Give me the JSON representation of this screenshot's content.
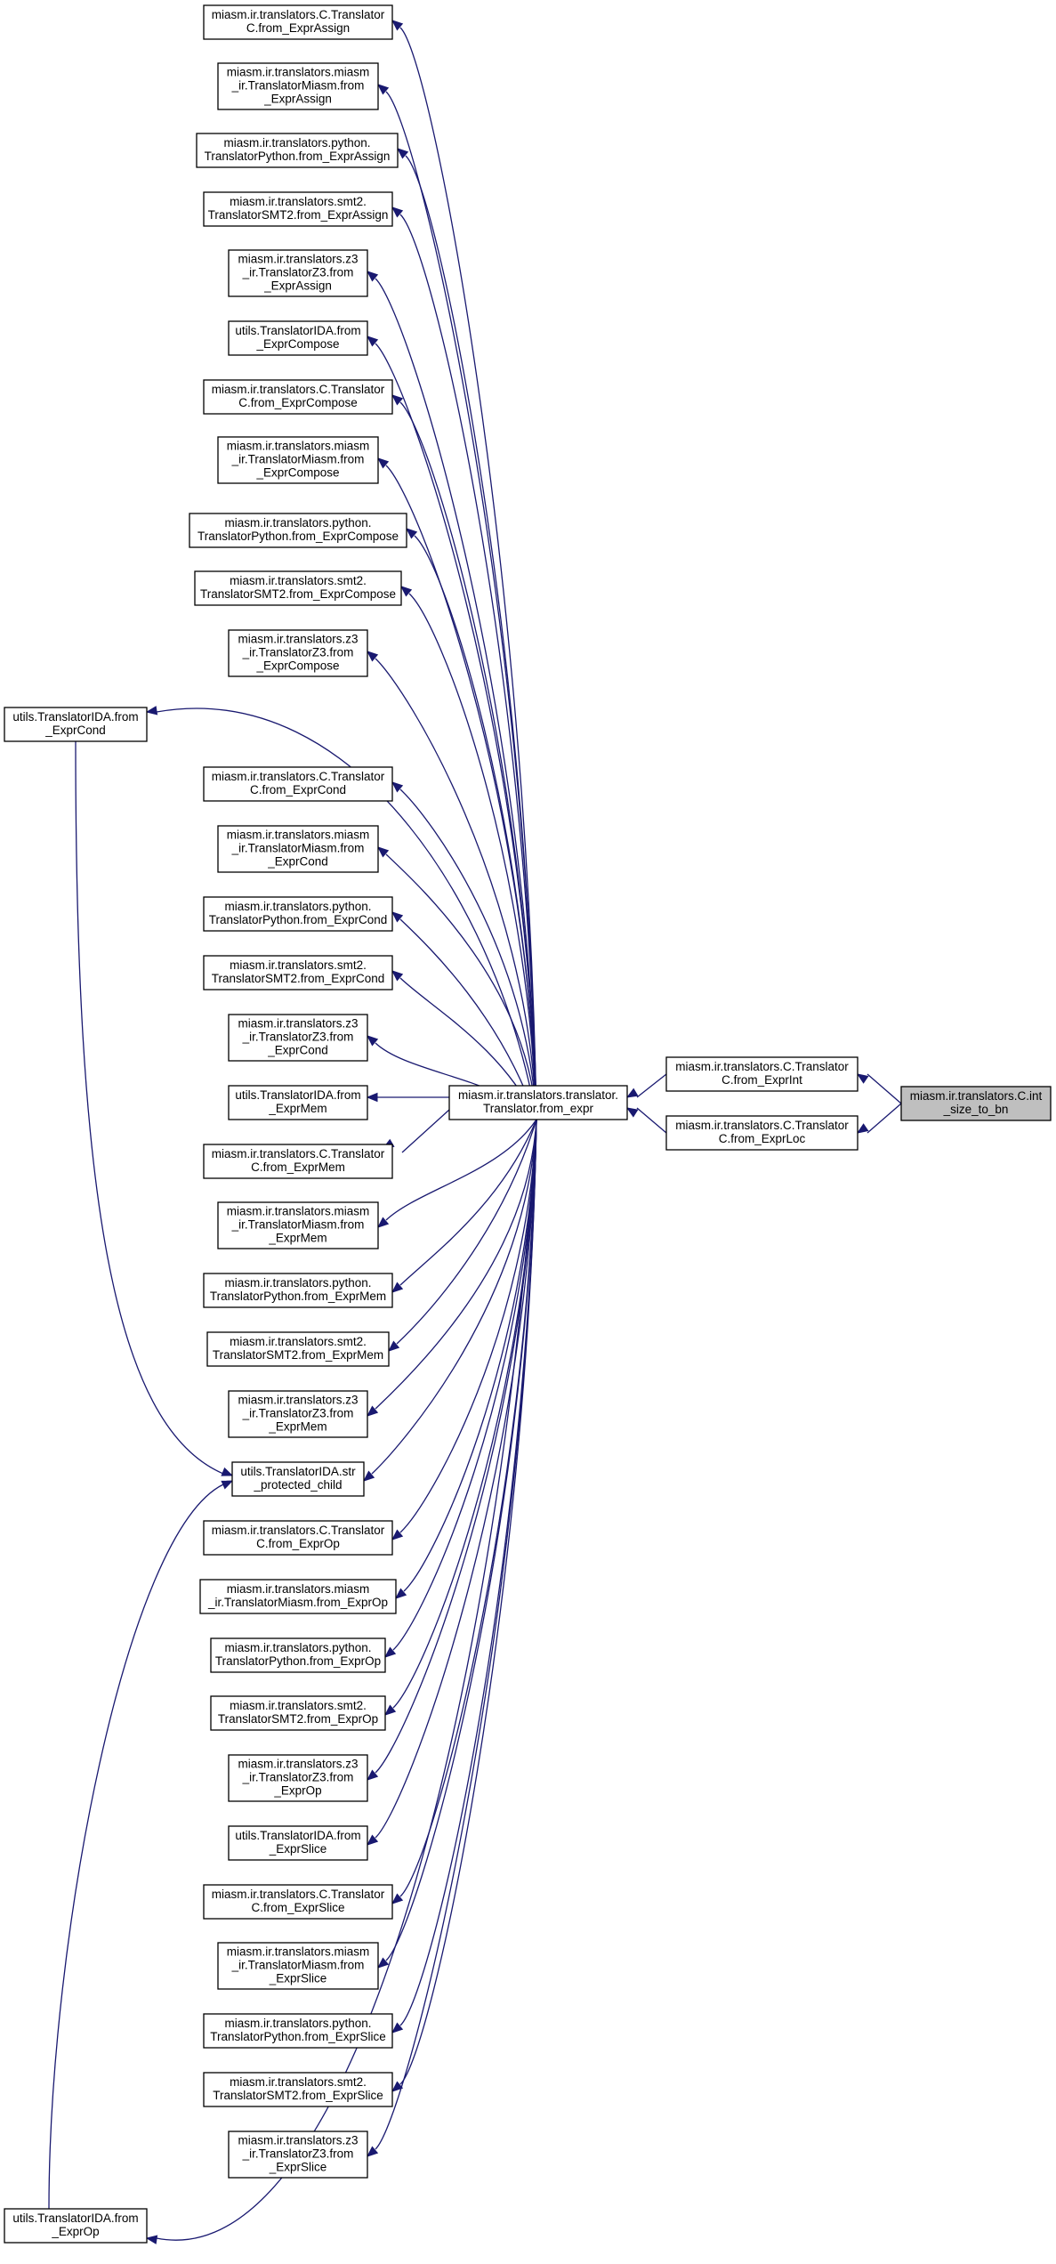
{
  "nodes": [
    {
      "id": "n_assign_c",
      "lines": [
        "miasm.ir.translators.C.Translator",
        "C.from_ExprAssign"
      ]
    },
    {
      "id": "n_assign_miasm",
      "lines": [
        "miasm.ir.translators.miasm",
        "_ir.TranslatorMiasm.from",
        "_ExprAssign"
      ]
    },
    {
      "id": "n_assign_python",
      "lines": [
        "miasm.ir.translators.python.",
        "TranslatorPython.from_ExprAssign"
      ]
    },
    {
      "id": "n_assign_smt2",
      "lines": [
        "miasm.ir.translators.smt2.",
        "TranslatorSMT2.from_ExprAssign"
      ]
    },
    {
      "id": "n_assign_z3",
      "lines": [
        "miasm.ir.translators.z3",
        "_ir.TranslatorZ3.from",
        "_ExprAssign"
      ]
    },
    {
      "id": "n_compose_ida",
      "lines": [
        "utils.TranslatorIDA.from",
        "_ExprCompose"
      ]
    },
    {
      "id": "n_compose_c",
      "lines": [
        "miasm.ir.translators.C.Translator",
        "C.from_ExprCompose"
      ]
    },
    {
      "id": "n_compose_miasm",
      "lines": [
        "miasm.ir.translators.miasm",
        "_ir.TranslatorMiasm.from",
        "_ExprCompose"
      ]
    },
    {
      "id": "n_compose_python",
      "lines": [
        "miasm.ir.translators.python.",
        "TranslatorPython.from_ExprCompose"
      ]
    },
    {
      "id": "n_compose_smt2",
      "lines": [
        "miasm.ir.translators.smt2.",
        "TranslatorSMT2.from_ExprCompose"
      ]
    },
    {
      "id": "n_compose_z3",
      "lines": [
        "miasm.ir.translators.z3",
        "_ir.TranslatorZ3.from",
        "_ExprCompose"
      ]
    },
    {
      "id": "n_cond_ida",
      "lines": [
        "utils.TranslatorIDA.from",
        "_ExprCond"
      ]
    },
    {
      "id": "n_cond_c",
      "lines": [
        "miasm.ir.translators.C.Translator",
        "C.from_ExprCond"
      ]
    },
    {
      "id": "n_cond_miasm",
      "lines": [
        "miasm.ir.translators.miasm",
        "_ir.TranslatorMiasm.from",
        "_ExprCond"
      ]
    },
    {
      "id": "n_cond_python",
      "lines": [
        "miasm.ir.translators.python.",
        "TranslatorPython.from_ExprCond"
      ]
    },
    {
      "id": "n_cond_smt2",
      "lines": [
        "miasm.ir.translators.smt2.",
        "TranslatorSMT2.from_ExprCond"
      ]
    },
    {
      "id": "n_cond_z3",
      "lines": [
        "miasm.ir.translators.z3",
        "_ir.TranslatorZ3.from",
        "_ExprCond"
      ]
    },
    {
      "id": "n_mem_ida",
      "lines": [
        "utils.TranslatorIDA.from",
        "_ExprMem"
      ]
    },
    {
      "id": "n_mem_c",
      "lines": [
        "miasm.ir.translators.C.Translator",
        "C.from_ExprMem"
      ]
    },
    {
      "id": "n_mem_miasm",
      "lines": [
        "miasm.ir.translators.miasm",
        "_ir.TranslatorMiasm.from",
        "_ExprMem"
      ]
    },
    {
      "id": "n_mem_python",
      "lines": [
        "miasm.ir.translators.python.",
        "TranslatorPython.from_ExprMem"
      ]
    },
    {
      "id": "n_mem_smt2",
      "lines": [
        "miasm.ir.translators.smt2.",
        "TranslatorSMT2.from_ExprMem"
      ]
    },
    {
      "id": "n_mem_z3",
      "lines": [
        "miasm.ir.translators.z3",
        "_ir.TranslatorZ3.from",
        "_ExprMem"
      ]
    },
    {
      "id": "n_str_protected",
      "lines": [
        "utils.TranslatorIDA.str",
        "_protected_child"
      ]
    },
    {
      "id": "n_op_c",
      "lines": [
        "miasm.ir.translators.C.Translator",
        "C.from_ExprOp"
      ]
    },
    {
      "id": "n_op_miasm",
      "lines": [
        "miasm.ir.translators.miasm",
        "_ir.TranslatorMiasm.from_ExprOp"
      ]
    },
    {
      "id": "n_op_python",
      "lines": [
        "miasm.ir.translators.python.",
        "TranslatorPython.from_ExprOp"
      ]
    },
    {
      "id": "n_op_smt2",
      "lines": [
        "miasm.ir.translators.smt2.",
        "TranslatorSMT2.from_ExprOp"
      ]
    },
    {
      "id": "n_op_z3",
      "lines": [
        "miasm.ir.translators.z3",
        "_ir.TranslatorZ3.from",
        "_ExprOp"
      ]
    },
    {
      "id": "n_slice_ida",
      "lines": [
        "utils.TranslatorIDA.from",
        "_ExprSlice"
      ]
    },
    {
      "id": "n_slice_c",
      "lines": [
        "miasm.ir.translators.C.Translator",
        "C.from_ExprSlice"
      ]
    },
    {
      "id": "n_slice_miasm",
      "lines": [
        "miasm.ir.translators.miasm",
        "_ir.TranslatorMiasm.from",
        "_ExprSlice"
      ]
    },
    {
      "id": "n_slice_python",
      "lines": [
        "miasm.ir.translators.python.",
        "TranslatorPython.from_ExprSlice"
      ]
    },
    {
      "id": "n_slice_smt2",
      "lines": [
        "miasm.ir.translators.smt2.",
        "TranslatorSMT2.from_ExprSlice"
      ]
    },
    {
      "id": "n_slice_z3",
      "lines": [
        "miasm.ir.translators.z3",
        "_ir.TranslatorZ3.from",
        "_ExprSlice"
      ]
    },
    {
      "id": "n_op_ida",
      "lines": [
        "utils.TranslatorIDA.from",
        "_ExprOp"
      ]
    },
    {
      "id": "n_from_expr",
      "lines": [
        "miasm.ir.translators.translator.",
        "Translator.from_expr"
      ]
    },
    {
      "id": "n_from_exprint",
      "lines": [
        "miasm.ir.translators.C.Translator",
        "C.from_ExprInt"
      ]
    },
    {
      "id": "n_from_exprloc",
      "lines": [
        "miasm.ir.translators.C.Translator",
        "C.from_ExprLoc"
      ]
    },
    {
      "id": "n_int_size_to_bn",
      "lines": [
        "miasm.ir.translators.C.int",
        "_size_to_bn"
      ],
      "highlight": true
    }
  ],
  "edges": [
    {
      "from": "n_int_size_to_bn",
      "to": "n_from_exprint"
    },
    {
      "from": "n_int_size_to_bn",
      "to": "n_from_exprloc"
    },
    {
      "from": "n_from_exprint",
      "to": "n_from_expr"
    },
    {
      "from": "n_from_exprloc",
      "to": "n_from_expr"
    },
    {
      "from": "n_from_expr",
      "to": "n_assign_c"
    },
    {
      "from": "n_from_expr",
      "to": "n_assign_miasm"
    },
    {
      "from": "n_from_expr",
      "to": "n_assign_python"
    },
    {
      "from": "n_from_expr",
      "to": "n_assign_smt2"
    },
    {
      "from": "n_from_expr",
      "to": "n_assign_z3"
    },
    {
      "from": "n_from_expr",
      "to": "n_compose_ida"
    },
    {
      "from": "n_from_expr",
      "to": "n_compose_c"
    },
    {
      "from": "n_from_expr",
      "to": "n_compose_miasm"
    },
    {
      "from": "n_from_expr",
      "to": "n_compose_python"
    },
    {
      "from": "n_from_expr",
      "to": "n_compose_smt2"
    },
    {
      "from": "n_from_expr",
      "to": "n_compose_z3"
    },
    {
      "from": "n_from_expr",
      "to": "n_cond_ida"
    },
    {
      "from": "n_from_expr",
      "to": "n_cond_c"
    },
    {
      "from": "n_from_expr",
      "to": "n_cond_miasm"
    },
    {
      "from": "n_from_expr",
      "to": "n_cond_python"
    },
    {
      "from": "n_from_expr",
      "to": "n_cond_smt2"
    },
    {
      "from": "n_from_expr",
      "to": "n_cond_z3"
    },
    {
      "from": "n_from_expr",
      "to": "n_mem_ida"
    },
    {
      "from": "n_from_expr",
      "to": "n_mem_c"
    },
    {
      "from": "n_from_expr",
      "to": "n_mem_miasm"
    },
    {
      "from": "n_from_expr",
      "to": "n_mem_python"
    },
    {
      "from": "n_from_expr",
      "to": "n_mem_smt2"
    },
    {
      "from": "n_from_expr",
      "to": "n_mem_z3"
    },
    {
      "from": "n_from_expr",
      "to": "n_str_protected"
    },
    {
      "from": "n_from_expr",
      "to": "n_op_c"
    },
    {
      "from": "n_from_expr",
      "to": "n_op_miasm"
    },
    {
      "from": "n_from_expr",
      "to": "n_op_python"
    },
    {
      "from": "n_from_expr",
      "to": "n_op_smt2"
    },
    {
      "from": "n_from_expr",
      "to": "n_op_z3"
    },
    {
      "from": "n_from_expr",
      "to": "n_slice_ida"
    },
    {
      "from": "n_from_expr",
      "to": "n_slice_c"
    },
    {
      "from": "n_from_expr",
      "to": "n_slice_miasm"
    },
    {
      "from": "n_from_expr",
      "to": "n_slice_python"
    },
    {
      "from": "n_from_expr",
      "to": "n_slice_smt2"
    },
    {
      "from": "n_from_expr",
      "to": "n_slice_z3"
    },
    {
      "from": "n_from_expr",
      "to": "n_op_ida"
    },
    {
      "from": "n_str_protected",
      "to": "n_cond_ida"
    },
    {
      "from": "n_str_protected",
      "to": "n_op_ida"
    }
  ],
  "colors": {
    "edge": "#191970",
    "highlight_fill": "#bfbfbf",
    "node_border": "#000000"
  }
}
